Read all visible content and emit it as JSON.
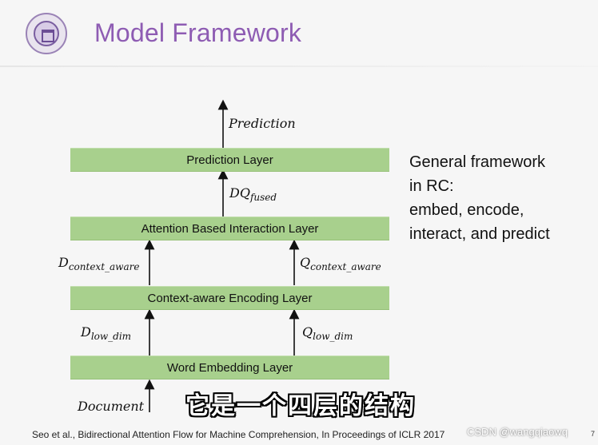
{
  "header": {
    "title": "Model Framework"
  },
  "diagram": {
    "layers": {
      "prediction": "Prediction Layer",
      "attention": "Attention Based Interaction Layer",
      "encoding": "Context-aware Encoding Layer",
      "embedding": "Word Embedding Layer"
    },
    "labels": {
      "prediction_out": "Prediction",
      "dq_base": "DQ",
      "dq_sub": "fused",
      "d_ctx_base": "D",
      "d_ctx_sub": "context_aware",
      "q_ctx_base": "Q",
      "q_ctx_sub": "context_aware",
      "d_low_base": "D",
      "d_low_sub": "low_dim",
      "q_low_base": "Q",
      "q_low_sub": "low_dim",
      "document": "Document"
    }
  },
  "side_text": {
    "line1": "General framework",
    "line2": "in RC:",
    "line3": "embed, encode,",
    "line4": "interact, and predict"
  },
  "subtitle_cn": "它是一个四层的结构",
  "footer": {
    "citation": "Seo et al., Bidirectional Attention Flow for Machine Comprehension, In Proceedings of ICLR 2017",
    "watermark": "CSDN @wangqiaowq",
    "page_number": "7"
  }
}
